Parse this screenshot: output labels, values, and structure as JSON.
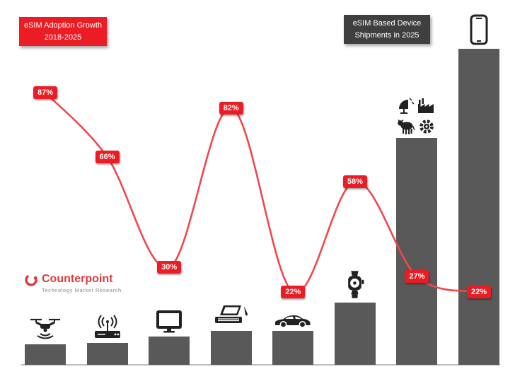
{
  "header": {
    "adoption_legend": {
      "line1": "eSIM  Adoption Growth",
      "line2": "2018-2025"
    },
    "shipments_legend": {
      "line1": "eSIM Based Device",
      "line2": "Shipments in 2025"
    }
  },
  "logo": {
    "name": "Counterpoint",
    "tagline": "Technology Market Research"
  },
  "colors": {
    "accent_red": "#EC1C24",
    "line_red": "#F0484D",
    "bar_gray": "#595959",
    "legend_dark_gray": "#3F3F3F",
    "axis_gray": "#BDBDBD",
    "icon_black": "#222222"
  },
  "chart_data": [
    {
      "type": "line",
      "title": "eSIM Adoption Growth 2018-2025",
      "categories": [
        "drone-icon",
        "wireless-router-icon",
        "monitor-icon",
        "2in1-laptop-icon",
        "car-icon",
        "smartwatch-icon",
        "industrial-iot-icons",
        "smartphone-icon"
      ],
      "values": [
        87,
        66,
        30,
        82,
        22,
        58,
        27,
        22
      ],
      "value_labels": [
        "87%",
        "66%",
        "30%",
        "82%",
        "22%",
        "58%",
        "27%",
        "22%"
      ],
      "unit": "percent",
      "legend_position": "top-left",
      "grid": false
    },
    {
      "type": "bar",
      "title": "eSIM Based Device Shipments in 2025",
      "categories": [
        "drone-icon",
        "wireless-router-icon",
        "monitor-icon",
        "2in1-laptop-icon",
        "car-icon",
        "smartwatch-icon",
        "industrial-iot-icons",
        "smartphone-icon"
      ],
      "values": [
        6.5,
        6.9,
        8.9,
        10.7,
        10.7,
        19.6,
        71.9,
        100
      ],
      "values_note": "bars carry no numeric labels in the image; values are relative heights with tallest bar = 100",
      "legend_position": "top-right",
      "grid": false
    }
  ]
}
